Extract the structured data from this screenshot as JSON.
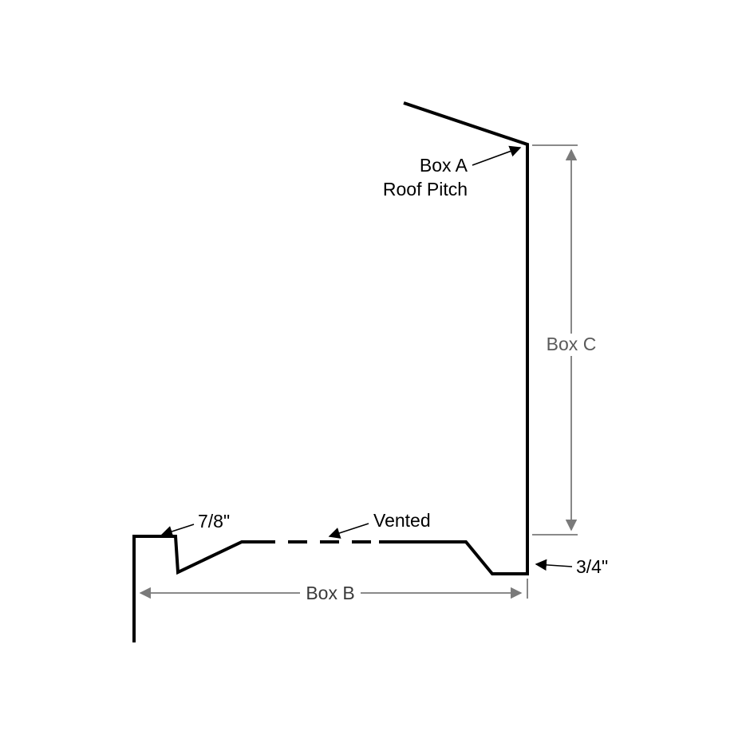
{
  "diagram": {
    "type": "trim-profile-drawing",
    "labels": {
      "box_a_line1": "Box A",
      "box_a_line2": "Roof Pitch",
      "box_c": "Box C",
      "box_b": "Box B",
      "step_dimension": "7/8\"",
      "vented": "Vented",
      "hem_dimension": "3/4\""
    },
    "colors": {
      "profile_line": "#000000",
      "dimension_line": "#7a7a7a",
      "label_text": "#000000",
      "box_c_text": "#5a5a5a",
      "box_b_text": "#3a3a3a",
      "background": "#ffffff"
    }
  }
}
